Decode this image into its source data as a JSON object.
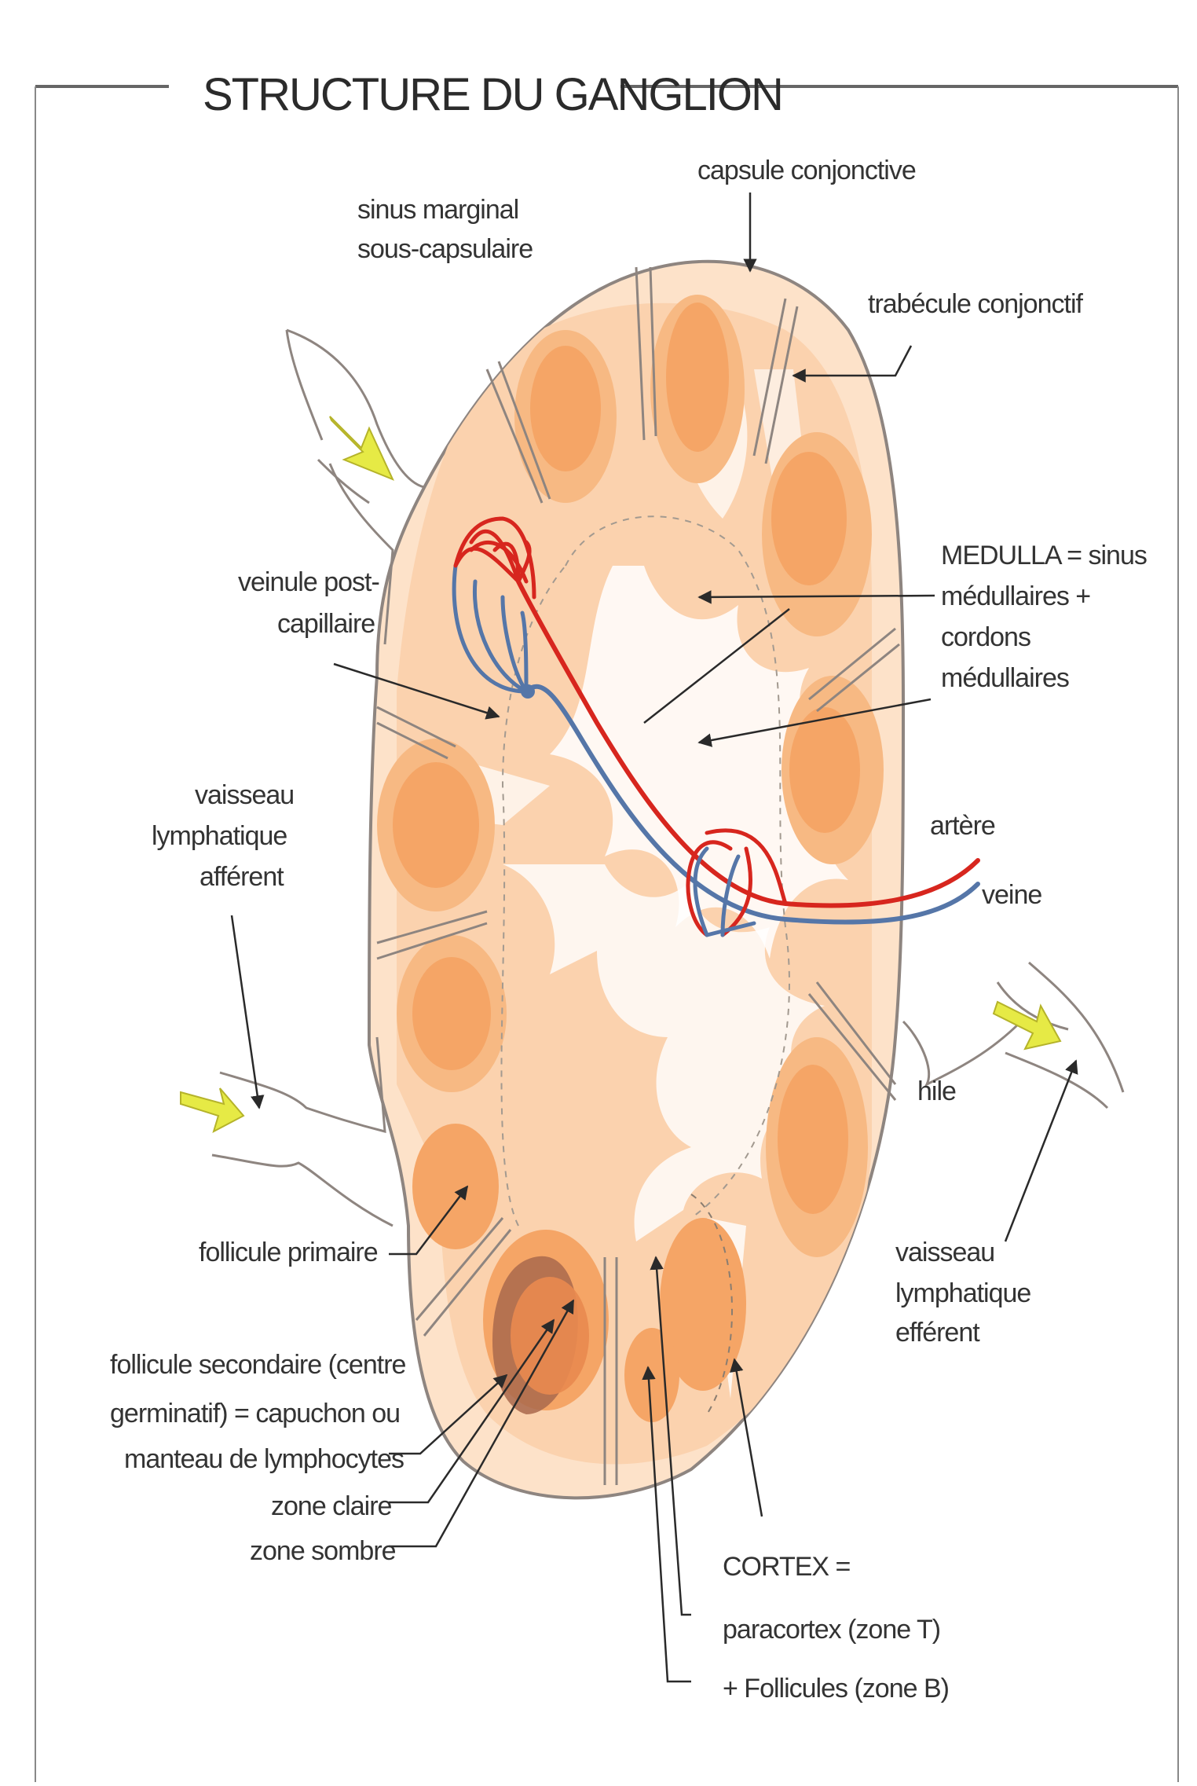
{
  "title": "STRUCTURE DU GANGLION",
  "labels": {
    "capsule": "capsule conjonctive",
    "sinus_marginal_1": "sinus marginal",
    "sinus_marginal_2": "sous-capsulaire",
    "trabecule": "trabécule conjonctif",
    "medulla_1": "MEDULLA = sinus",
    "medulla_2": "médullaires +",
    "medulla_3": "cordons",
    "medulla_4": "médullaires",
    "veinule_1": "veinule post-",
    "veinule_2": "capillaire",
    "afferent_1": "vaisseau",
    "afferent_2": "lymphatique",
    "afferent_3": "afférent",
    "artere": "artère",
    "veine": "veine",
    "hile": "hile",
    "follicule_primaire": "follicule primaire",
    "efferent_1": "vaisseau",
    "efferent_2": "lymphatique",
    "efferent_3": "efférent",
    "follicule_sec_1": "follicule secondaire (centre",
    "follicule_sec_2": "germinatif) = capuchon ou",
    "follicule_sec_3": "manteau de lymphocytes",
    "zone_claire": "zone claire",
    "zone_sombre": "zone sombre",
    "cortex": "CORTEX =",
    "paracortex": "paracortex (zone T)",
    "follicules": "+ Follicules (zone B)"
  },
  "colors": {
    "cortex_fill": "#fbd2ae",
    "follicle_fill": "#f5a566",
    "follicle_center": "#e8833f",
    "germinal_dark": "#a9684c",
    "capsule_stroke": "#8e8580",
    "artery": "#d7261e",
    "vein": "#5576a8",
    "arrow_yellow": "#e6ea45",
    "leader": "#2a2a2a"
  }
}
